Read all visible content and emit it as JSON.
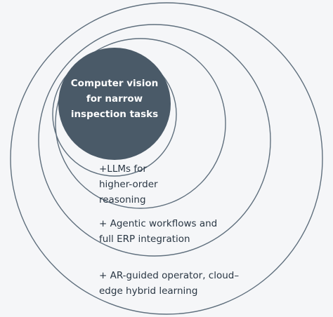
{
  "diagram": {
    "core": {
      "label": "Computer vision\nfor narrow\ninspection tasks"
    },
    "rings": [
      {
        "label": "+LLMs for\nhigher-order\nreasoning"
      },
      {
        "label": "+ Agentic workflows and\nfull ERP integration"
      },
      {
        "label": "+ AR-guided operator, cloud–\nedge hybrid learning"
      }
    ]
  },
  "colors": {
    "core_fill": "#4a5a68",
    "ring_stroke": "#5f6f7d",
    "background": "#f5f6f8"
  }
}
